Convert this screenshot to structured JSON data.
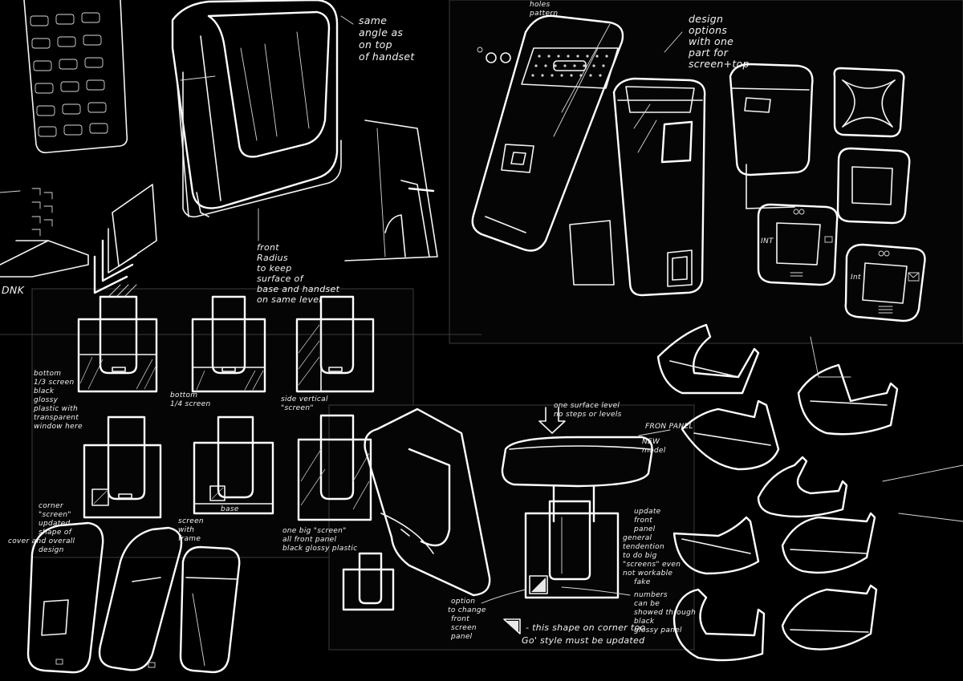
{
  "notes": {
    "same_angle": [
      "same",
      "angle as",
      "on top",
      "of handset"
    ],
    "holes_pattern": [
      "holes",
      "pattern"
    ],
    "design_options": [
      "design",
      "options",
      "with one",
      "part for",
      "screen+top"
    ],
    "front_radius": [
      "front",
      "Radius",
      "to keep",
      "surface of",
      "base and handset",
      "on same level"
    ],
    "dnk": "DNK",
    "bottom_third": [
      "bottom",
      "1/3 screen",
      "black",
      "glossy",
      "plastic with",
      "transparent",
      "window here"
    ],
    "bottom_quarter": [
      "bottom",
      "1/4 screen"
    ],
    "side_vertical": [
      "side vertical",
      "\"screen\""
    ],
    "one_surface": [
      "one surface level",
      "no steps or levels"
    ],
    "front_panel": [
      "FRON PANEL",
      "NEW",
      "model"
    ],
    "corner_screen": [
      "corner",
      "\"screen\"",
      "updated",
      "shape of",
      "cover and overall",
      "design"
    ],
    "screen_frame": [
      "screen",
      "with",
      "frame"
    ],
    "one_big_screen": [
      "one big \"screen\"",
      "all front panel",
      "black glossy plastic"
    ],
    "base": "base",
    "update_front_panel": [
      "update",
      "front",
      "panel",
      "general",
      "tendention",
      "to do big",
      "\"screens\" even",
      "not workable",
      "fake"
    ],
    "numbers": [
      "numbers",
      "can be",
      "showed through",
      "black",
      "glossy panel"
    ],
    "option_change": [
      "option",
      "to change",
      "front",
      "screen",
      "panel"
    ],
    "corner_shape": [
      "- this shape on corner too",
      "Go' style must be updated"
    ],
    "int_label_1": "INT",
    "int_label_2": "Int"
  },
  "colors": {
    "background": "#000000",
    "stroke": "#f4f4f4",
    "paper_edge": "#3a3a3a"
  }
}
